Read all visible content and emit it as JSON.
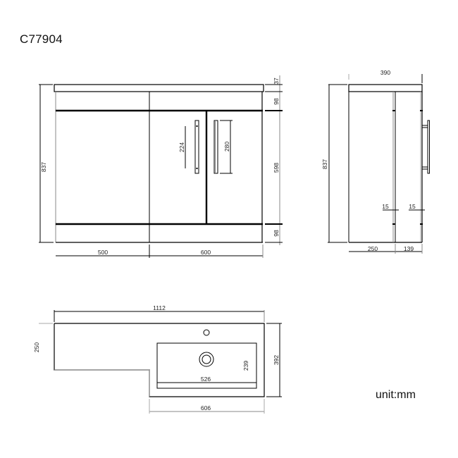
{
  "title": "C77904",
  "unit_label": "unit:mm",
  "front_view": {
    "overall_height": "837",
    "top_thickness": "37",
    "drawer_top": "98",
    "door_height": "598",
    "drawer_bottom": "98",
    "left_width": "500",
    "right_width": "600",
    "handle_left": "224",
    "handle_right": "280"
  },
  "side_view": {
    "depth": "390",
    "overall_height": "837",
    "body_depth": "250",
    "door_depth": "139",
    "gap_left": "15",
    "gap_right": "15"
  },
  "top_view": {
    "overall_width": "1112",
    "left_depth": "250",
    "right_depth": "392",
    "basin_width": "526",
    "basin_depth": "239",
    "basin_section_width": "606"
  },
  "colors": {
    "line": "#000000",
    "thin_line": "#777777",
    "text": "#222222"
  }
}
